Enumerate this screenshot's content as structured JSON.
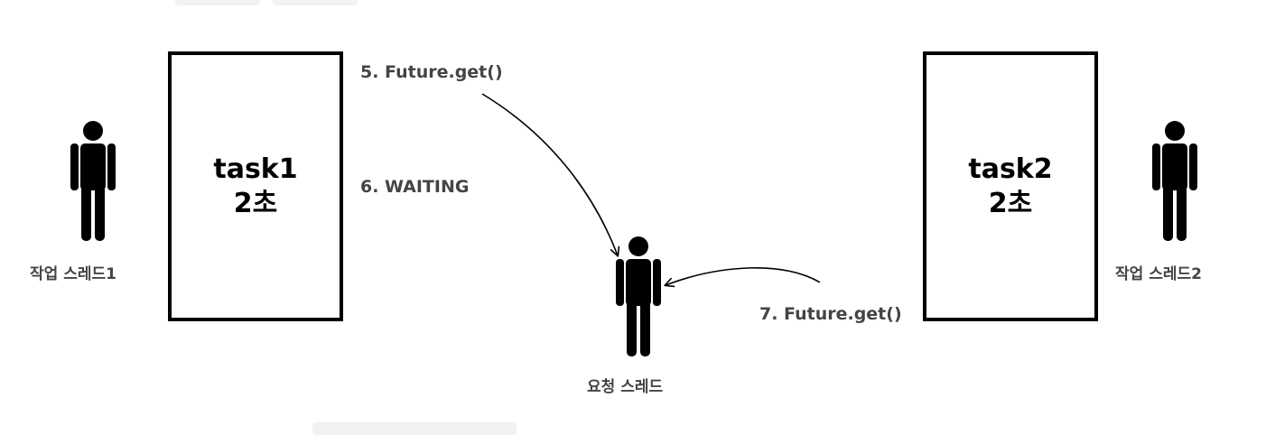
{
  "colors": {
    "box_border": "#000000",
    "figure": "#000000",
    "step_text": "#444444",
    "chip_bg": "#f2f2f2"
  },
  "tasks": [
    {
      "name": "task1",
      "duration": "2초"
    },
    {
      "name": "task2",
      "duration": "2초"
    }
  ],
  "actors": {
    "worker1": "작업 스레드1",
    "worker2": "작업 스레드2",
    "requester": "요청 스레드"
  },
  "steps": {
    "s5": "5. Future.get()",
    "s6": "6. WAITING",
    "s7": "7. Future.get()"
  },
  "icons": [
    "person-icon",
    "arrow-icon"
  ]
}
